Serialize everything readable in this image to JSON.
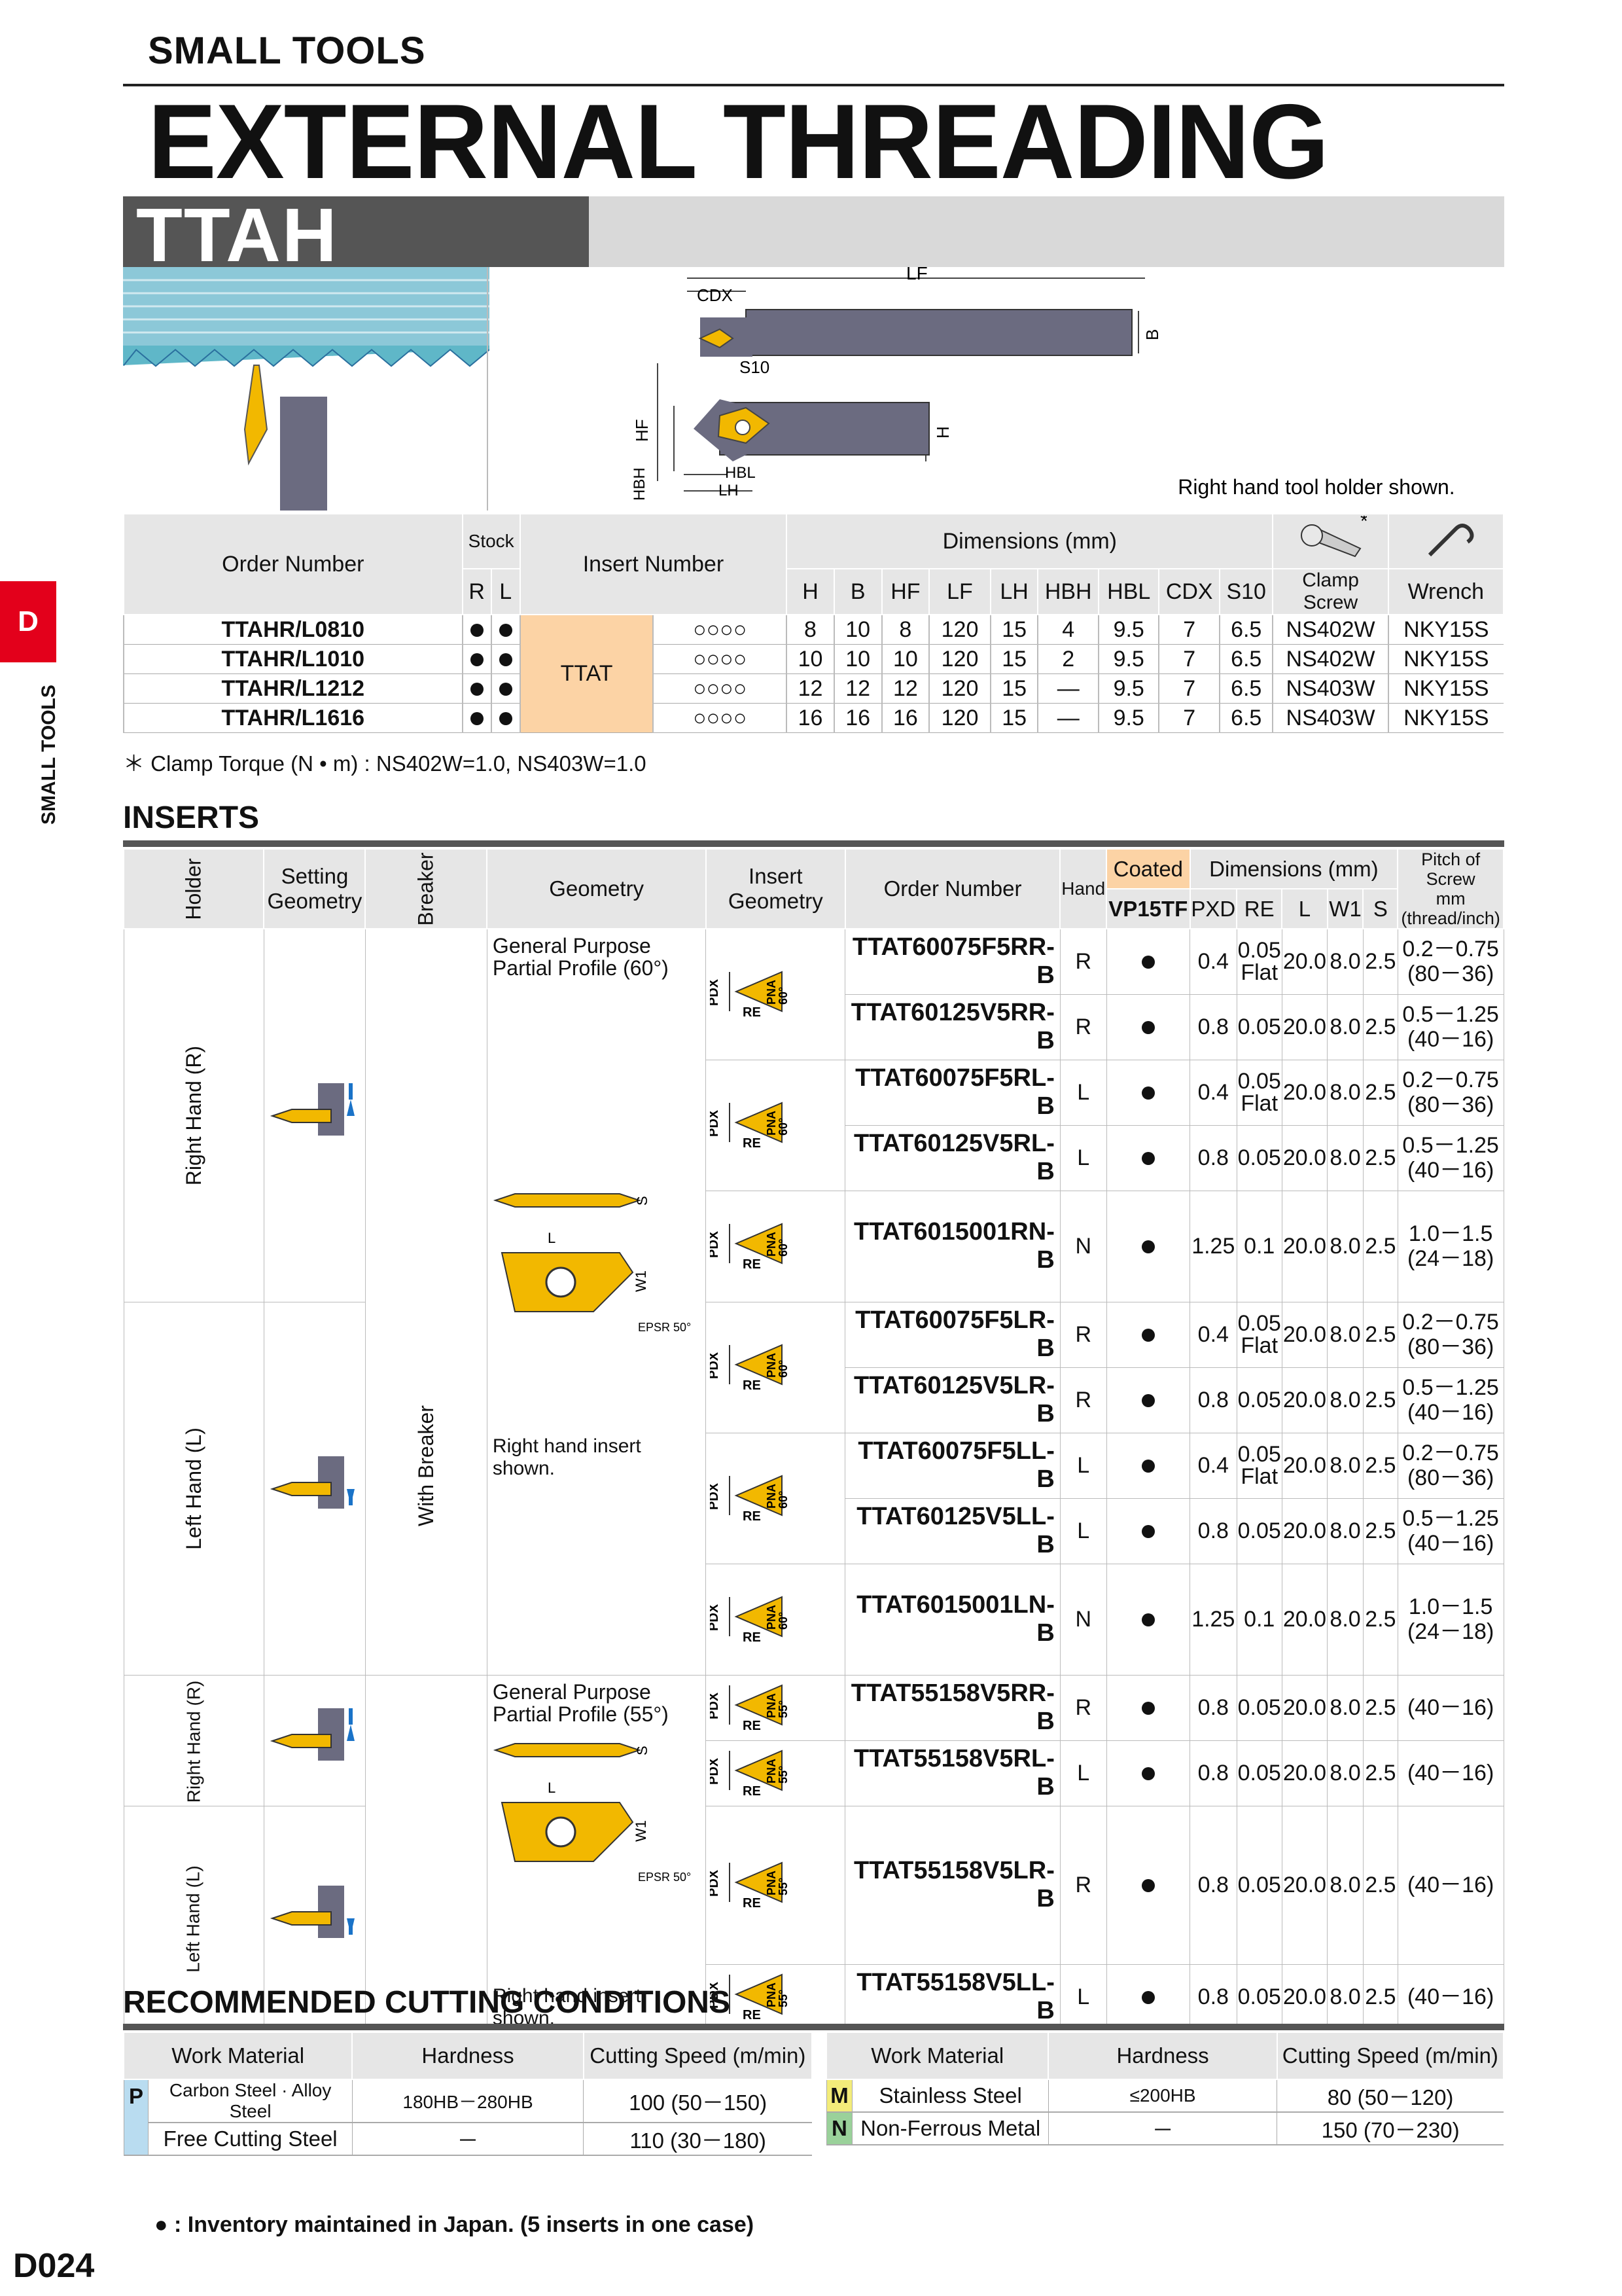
{
  "header": {
    "category": "SMALL TOOLS",
    "title": "EXTERNAL THREADING",
    "series": "TTAH"
  },
  "side_tab": {
    "letter": "D",
    "label": "SMALL TOOLS"
  },
  "diagram": {
    "labels": {
      "lf": "LF",
      "cdx": "CDX",
      "b": "B",
      "s10": "S10",
      "hf": "HF",
      "h": "H",
      "hbh": "HBH",
      "hbl": "HBL",
      "lh": "LH"
    },
    "note": "Right hand tool holder shown."
  },
  "holder_table": {
    "headers": {
      "order_number": "Order Number",
      "stock": "Stock",
      "r": "R",
      "l": "L",
      "insert_number": "Insert Number",
      "dimensions": "Dimensions (mm)",
      "h": "H",
      "b": "B",
      "hf": "HF",
      "lf": "LF",
      "lh": "LH",
      "hbh": "HBH",
      "hbl": "HBL",
      "cdx": "CDX",
      "s10": "S10",
      "clamp_screw": "Clamp Screw",
      "wrench": "Wrench",
      "star": "*"
    },
    "insert_number": "TTAT",
    "rows": [
      {
        "order": "TTAHR/L0810",
        "ins": "○○○○",
        "h": "8",
        "b": "10",
        "hf": "8",
        "lf": "120",
        "lh": "15",
        "hbh": "4",
        "hbl": "9.5",
        "cdx": "7",
        "s10": "6.5",
        "screw": "NS402W",
        "wrench": "NKY15S"
      },
      {
        "order": "TTAHR/L1010",
        "ins": "○○○○",
        "h": "10",
        "b": "10",
        "hf": "10",
        "lf": "120",
        "lh": "15",
        "hbh": "2",
        "hbl": "9.5",
        "cdx": "7",
        "s10": "6.5",
        "screw": "NS402W",
        "wrench": "NKY15S"
      },
      {
        "order": "TTAHR/L1212",
        "ins": "○○○○",
        "h": "12",
        "b": "12",
        "hf": "12",
        "lf": "120",
        "lh": "15",
        "hbh": "—",
        "hbl": "9.5",
        "cdx": "7",
        "s10": "6.5",
        "screw": "NS403W",
        "wrench": "NKY15S"
      },
      {
        "order": "TTAHR/L1616",
        "ins": "○○○○",
        "h": "16",
        "b": "16",
        "hf": "16",
        "lf": "120",
        "lh": "15",
        "hbh": "—",
        "hbl": "9.5",
        "cdx": "7",
        "s10": "6.5",
        "screw": "NS403W",
        "wrench": "NKY15S"
      }
    ],
    "note": "＊ Clamp Torque (N • m) : NS402W=1.0, NS403W=1.0"
  },
  "inserts": {
    "title": "INSERTS",
    "headers": {
      "holder": "Holder",
      "setting": "Setting Geometry",
      "breaker": "Breaker",
      "geometry": "Geometry",
      "insert_geometry": "Insert Geometry",
      "order_number": "Order Number",
      "hand": "Hand",
      "coated": "Coated",
      "grade": "VP15TF",
      "dimensions": "Dimensions (mm)",
      "pxd": "PXD",
      "re": "RE",
      "l": "L",
      "w1": "W1",
      "s": "S",
      "pitch": "Pitch of Screw",
      "pitch_unit1": "mm",
      "pitch_unit2": "(thread/inch)"
    },
    "groups": {
      "rh": "Right Hand (R)",
      "lh": "Left Hand (L)",
      "breaker": "With Breaker",
      "gp60": "General Purpose Partial Profile (60°)",
      "gp55": "General Purpose Partial Profile (55°)",
      "shown": "Right hand insert shown.",
      "epsr": "EPSR 50°",
      "geo_l": "L",
      "geo_s": "S",
      "geo_w1": "W1",
      "ig_pdx": "PDX",
      "ig_re": "RE",
      "ig_pna": "PNA",
      "ig_60": "60°",
      "ig_55": "55°"
    },
    "rows": [
      {
        "order": "TTAT60075F5RR-B",
        "hand": "R",
        "pxd": "0.4",
        "re": "0.05",
        "re2": "Flat",
        "l": "20.0",
        "w1": "8.0",
        "s": "2.5",
        "p1": "0.2－0.75",
        "p2": "(80－36)"
      },
      {
        "order": "TTAT60125V5RR-B",
        "hand": "R",
        "pxd": "0.8",
        "re": "0.05",
        "re2": "",
        "l": "20.0",
        "w1": "8.0",
        "s": "2.5",
        "p1": "0.5－1.25",
        "p2": "(40－16)"
      },
      {
        "order": "TTAT60075F5RL-B",
        "hand": "L",
        "pxd": "0.4",
        "re": "0.05",
        "re2": "Flat",
        "l": "20.0",
        "w1": "8.0",
        "s": "2.5",
        "p1": "0.2－0.75",
        "p2": "(80－36)"
      },
      {
        "order": "TTAT60125V5RL-B",
        "hand": "L",
        "pxd": "0.8",
        "re": "0.05",
        "re2": "",
        "l": "20.0",
        "w1": "8.0",
        "s": "2.5",
        "p1": "0.5－1.25",
        "p2": "(40－16)"
      },
      {
        "order": "TTAT6015001RN-B",
        "hand": "N",
        "pxd": "1.25",
        "re": "0.1",
        "re2": "",
        "l": "20.0",
        "w1": "8.0",
        "s": "2.5",
        "p1": "1.0－1.5",
        "p2": "(24－18)"
      },
      {
        "order": "TTAT60075F5LR-B",
        "hand": "R",
        "pxd": "0.4",
        "re": "0.05",
        "re2": "Flat",
        "l": "20.0",
        "w1": "8.0",
        "s": "2.5",
        "p1": "0.2－0.75",
        "p2": "(80－36)"
      },
      {
        "order": "TTAT60125V5LR-B",
        "hand": "R",
        "pxd": "0.8",
        "re": "0.05",
        "re2": "",
        "l": "20.0",
        "w1": "8.0",
        "s": "2.5",
        "p1": "0.5－1.25",
        "p2": "(40－16)"
      },
      {
        "order": "TTAT60075F5LL-B",
        "hand": "L",
        "pxd": "0.4",
        "re": "0.05",
        "re2": "Flat",
        "l": "20.0",
        "w1": "8.0",
        "s": "2.5",
        "p1": "0.2－0.75",
        "p2": "(80－36)"
      },
      {
        "order": "TTAT60125V5LL-B",
        "hand": "L",
        "pxd": "0.8",
        "re": "0.05",
        "re2": "",
        "l": "20.0",
        "w1": "8.0",
        "s": "2.5",
        "p1": "0.5－1.25",
        "p2": "(40－16)"
      },
      {
        "order": "TTAT6015001LN-B",
        "hand": "N",
        "pxd": "1.25",
        "re": "0.1",
        "re2": "",
        "l": "20.0",
        "w1": "8.0",
        "s": "2.5",
        "p1": "1.0－1.5",
        "p2": "(24－18)"
      },
      {
        "order": "TTAT55158V5RR-B",
        "hand": "R",
        "pxd": "0.8",
        "re": "0.05",
        "re2": "",
        "l": "20.0",
        "w1": "8.0",
        "s": "2.5",
        "p1": "(40－16)",
        "p2": ""
      },
      {
        "order": "TTAT55158V5RL-B",
        "hand": "L",
        "pxd": "0.8",
        "re": "0.05",
        "re2": "",
        "l": "20.0",
        "w1": "8.0",
        "s": "2.5",
        "p1": "(40－16)",
        "p2": ""
      },
      {
        "order": "TTAT55158V5LR-B",
        "hand": "R",
        "pxd": "0.8",
        "re": "0.05",
        "re2": "",
        "l": "20.0",
        "w1": "8.0",
        "s": "2.5",
        "p1": "(40－16)",
        "p2": ""
      },
      {
        "order": "TTAT55158V5LL-B",
        "hand": "L",
        "pxd": "0.8",
        "re": "0.05",
        "re2": "",
        "l": "20.0",
        "w1": "8.0",
        "s": "2.5",
        "p1": "(40－16)",
        "p2": ""
      }
    ]
  },
  "conditions": {
    "title": "RECOMMENDED CUTTING CONDITIONS",
    "headers": {
      "material": "Work Material",
      "hardness": "Hardness",
      "speed": "Cutting Speed (m/min)"
    },
    "left": [
      {
        "code": "P",
        "material": "Carbon Steel · Alloy Steel",
        "hardness": "180HB－280HB",
        "speed": "100 (50－150)"
      },
      {
        "code": "",
        "material": "Free Cutting Steel",
        "hardness": "－",
        "speed": "110 (30－180)"
      }
    ],
    "right": [
      {
        "code": "M",
        "material": "Stainless Steel",
        "hardness": "≤200HB",
        "speed": "80 (50－120)"
      },
      {
        "code": "N",
        "material": "Non-Ferrous Metal",
        "hardness": "－",
        "speed": "150 (70－230)"
      }
    ]
  },
  "footer": {
    "note": "● : Inventory maintained in Japan. (5 inserts in one case)",
    "page": "D024"
  },
  "colors": {
    "insert_yellow": "#f2b800",
    "body_gray": "#6b6b80",
    "accent_red": "#e3001b",
    "teal": "#5fb7c8",
    "tint_orange": "#fcd3a5",
    "cond_p": "#b9dcf0",
    "cond_m": "#f3ec7a",
    "cond_n": "#9ad19a"
  }
}
